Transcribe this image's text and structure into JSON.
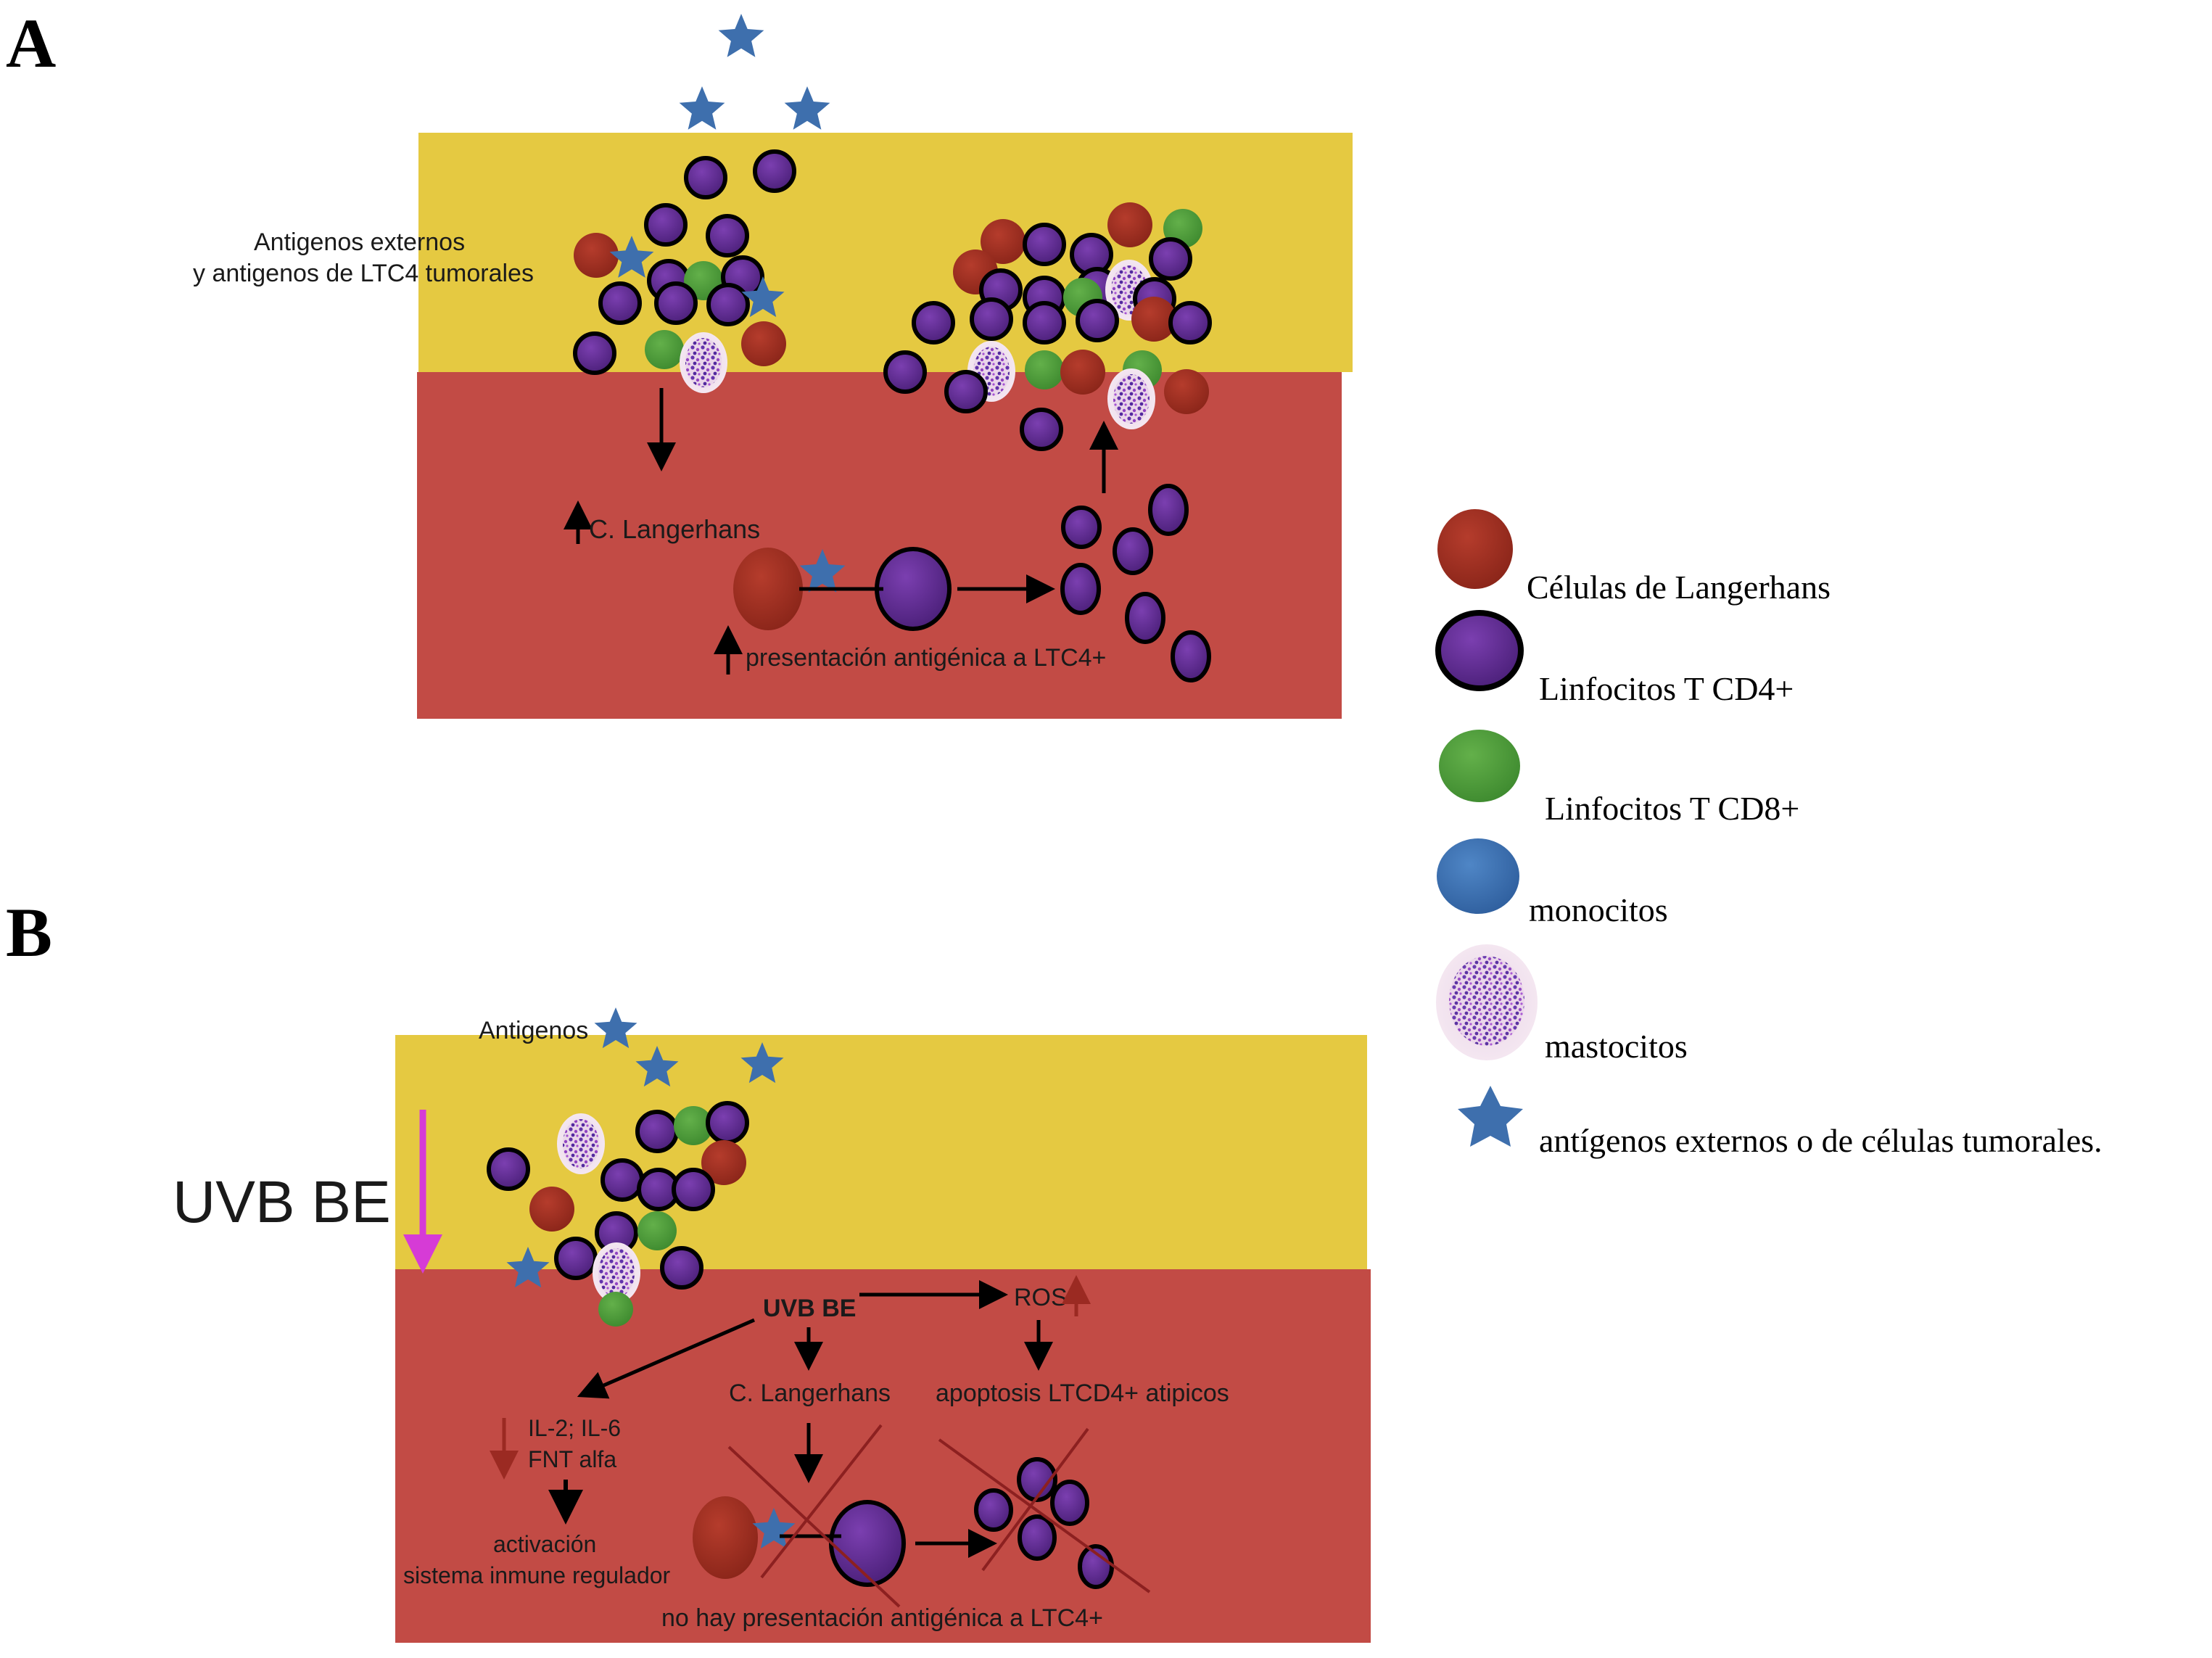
{
  "panels": {
    "a": {
      "letter": "A",
      "label_antigens_line1": "Antigenos  externos",
      "label_antigens_line2": "y antigenos de LTC4 tumorales",
      "label_langerhans": "C. Langerhans",
      "label_presentation": "presentación antigénica a LTC4+"
    },
    "b": {
      "letter": "B",
      "label_uvb_side": "UVB BE",
      "label_antigens": "Antigenos",
      "label_uvb_center": "UVB BE",
      "label_ros": "ROS",
      "label_langerhans": "C. Langerhans",
      "label_apoptosis": "apoptosis  LTCD4+ atipicos",
      "label_il_line1": "IL-2; IL-6",
      "label_il_line2": "FNT alfa",
      "label_activation_line1": "activación",
      "label_activation_line2": "sistema inmune regulador",
      "label_no_presentation": "no hay presentación antigénica a LTC4+"
    }
  },
  "legend": {
    "langerhans": "Células de Langerhans",
    "cd4": "Linfocitos T CD4+",
    "cd8": "Linfocitos T CD8+",
    "monocytes": "monocitos",
    "mast": "mastocitos",
    "antigens": "antígenos externos o de células tumorales."
  },
  "colors": {
    "epidermis": "#e5c941",
    "dermis": "#c24b45",
    "langerhans_cell": "#9e2e22",
    "cd4_cell": "#5e2a8e",
    "cd8_cell": "#4f9a3c",
    "monocyte": "#3f72b5",
    "antigen_star": "#3e6fad",
    "uvb_arrow": "#d63bd6",
    "decrease_arrow": "#9b2a22",
    "cross_line": "#8c2020"
  },
  "icons": {
    "langerhans": "brown-circle-icon",
    "cd4": "purple-circle-icon",
    "cd8": "green-circle-icon",
    "monocyte": "blue-circle-icon",
    "mast": "mast-cell-icon",
    "antigen": "star-icon"
  }
}
